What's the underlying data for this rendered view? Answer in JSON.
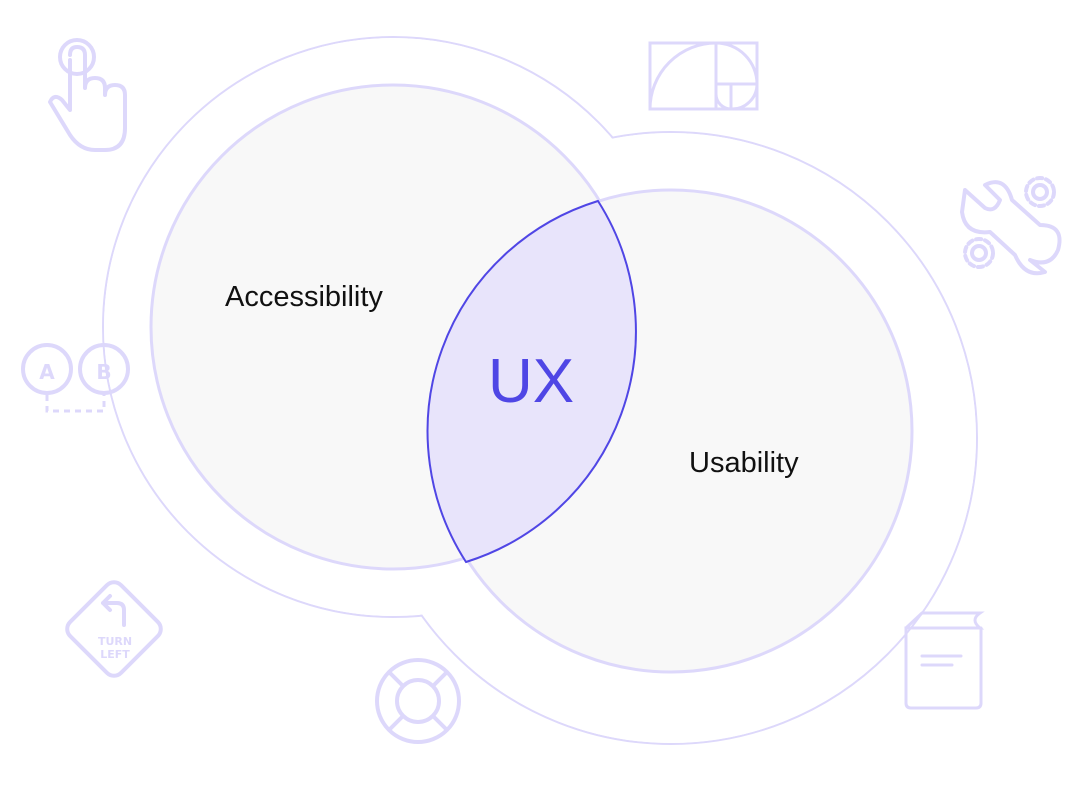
{
  "diagram": {
    "title_left": "Accessibility",
    "title_right": "Usability",
    "intersection": "UX",
    "icons": {
      "ab_labels": [
        "A",
        "B"
      ],
      "sign_text": [
        "TURN",
        "LEFT"
      ]
    }
  },
  "colors": {
    "accent": "#4f46e5",
    "outline": "#ddd8fb",
    "circle_fill": "#f8f8f8",
    "lens_fill": "#e8e4fb"
  }
}
